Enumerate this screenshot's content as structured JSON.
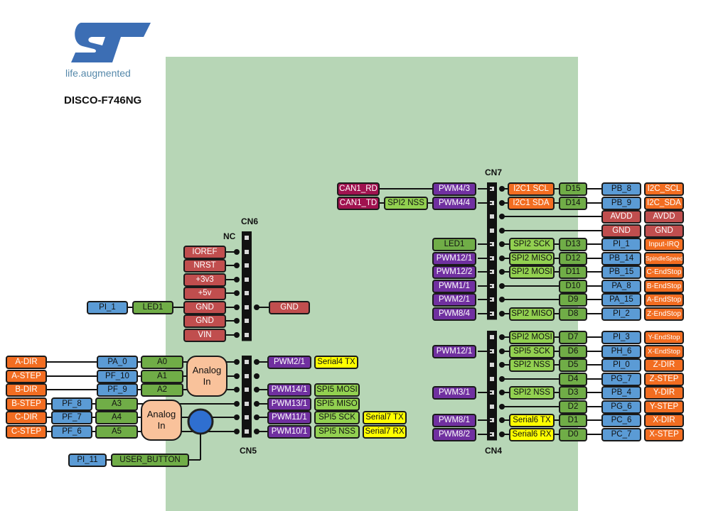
{
  "logo": {
    "tagline": "life.augmented",
    "brand_color": "#3c6eb4",
    "tag_color": "#5588aa"
  },
  "board_name": "DISCO-F746NG",
  "headers": {
    "cn7": "CN7",
    "cn6": "CN6",
    "nc": "NC",
    "cn5": "CN5",
    "cn4": "CN4"
  },
  "analog_label": "Analog In",
  "colors": {
    "board": "#b7d6b6",
    "red": "#c04e4e",
    "purple": "#7030a0",
    "green": "#70ad47",
    "orange": "#f26d21",
    "blue": "#5b9bd5",
    "yellow": "#ffff00",
    "maroon": "#a0124f",
    "light_green": "#92d050",
    "dark_green": "#548235",
    "analog": "#f9c29b"
  },
  "cn7_rows": [
    {
      "can": "CAN1_RD",
      "pwm": "PWM4/3",
      "i2c": "I2C1 SCL",
      "d": "D15",
      "port": "PB_8",
      "func": "I2C_SCL"
    },
    {
      "can": "CAN1_TD",
      "spi": "SPI2 NSS",
      "pwm": "PWM4/4",
      "i2c": "I2C1 SDA",
      "d": "D14",
      "port": "PB_9",
      "func": "I2C_SDA"
    },
    {
      "port": "AVDD",
      "func": "AVDD"
    },
    {
      "port": "GND",
      "func": "GND"
    },
    {
      "pwm": "LED1",
      "spi": "SPI2 SCK",
      "d": "D13",
      "port": "PI_1",
      "func": "Input-IRQ"
    },
    {
      "pwm": "PWM12/1",
      "spi": "SPI2 MISO",
      "d": "D12",
      "port": "PB_14",
      "func": "SpindleSpeed"
    },
    {
      "pwm": "PWM12/2",
      "spi": "SPI2 MOSI",
      "d": "D11",
      "port": "PB_15",
      "func": "C-EndStop"
    },
    {
      "pwm": "PWM1/1",
      "d": "D10",
      "port": "PA_8",
      "func": "B-EndStop"
    },
    {
      "pwm": "PWM2/1",
      "d": "D9",
      "port": "PA_15",
      "func": "A-EndStop"
    },
    {
      "pwm": "PWM8/4",
      "spi": "SPI2 MISO",
      "d": "D8",
      "port": "PI_2",
      "func": "Z-EndStop"
    }
  ],
  "cn4_rows": [
    {
      "spi": "SPI2 MOSI",
      "d": "D7",
      "port": "PI_3",
      "func": "Y-EndStop"
    },
    {
      "pwm": "PWM12/1",
      "spi": "SPI5 SCK",
      "d": "D6",
      "port": "PH_6",
      "func": "X-EndStop"
    },
    {
      "spi": "SPI2 NSS",
      "d": "D5",
      "port": "PI_0",
      "func": "Z-DIR"
    },
    {
      "d": "D4",
      "port": "PG_7",
      "func": "Z-STEP"
    },
    {
      "pwm": "PWM3/1",
      "spi": "SPI2 NSS",
      "d": "D3",
      "port": "PB_4",
      "func": "Y-DIR"
    },
    {
      "d": "D2",
      "port": "PG_6",
      "func": "Y-STEP"
    },
    {
      "pwm": "PWM8/1",
      "serial": "Serial6 TX",
      "d": "D1",
      "port": "PC_6",
      "func": "X-DIR"
    },
    {
      "pwm": "PWM8/2",
      "serial": "Serial6 RX",
      "d": "D0",
      "port": "PC_7",
      "func": "X-STEP"
    }
  ],
  "cn6_labels": [
    "IOREF",
    "NRST",
    "+3v3",
    "+5v",
    "GND",
    "GND",
    "VIN"
  ],
  "led_row": {
    "port": "PI_1",
    "name": "LED1"
  },
  "cn6_gnd_right": "GND",
  "cn5_left": [
    {
      "func": "A-DIR",
      "port": "PA_0",
      "a": "A0"
    },
    {
      "func": "A-STEP",
      "port": "PF_10",
      "a": "A1"
    },
    {
      "func": "B-DIR",
      "port": "PF_9",
      "a": "A2"
    },
    {
      "func": "B-STEP",
      "port": "PF_8",
      "a": "A3"
    },
    {
      "func": "C-DIR",
      "port": "PF_7",
      "a": "A4"
    },
    {
      "func": "C-STEP",
      "port": "PF_6",
      "a": "A5"
    }
  ],
  "cn5_right": [
    {
      "pwm": "PWM2/1",
      "serial": "Serial4 TX"
    },
    {},
    {
      "pwm": "PWM14/1",
      "spi": "SPI5 MOSI"
    },
    {
      "pwm": "PWM13/1",
      "spi": "SPI5 MISO"
    },
    {
      "pwm": "PWM11/1",
      "spi": "SPI5 SCK",
      "serial": "Serial7 TX"
    },
    {
      "pwm": "PWM10/1",
      "spi": "SPI5 NSS",
      "serial": "Serial7 RX"
    }
  ],
  "user_button": {
    "port": "PI_11",
    "label": "USER_BUTTON"
  }
}
